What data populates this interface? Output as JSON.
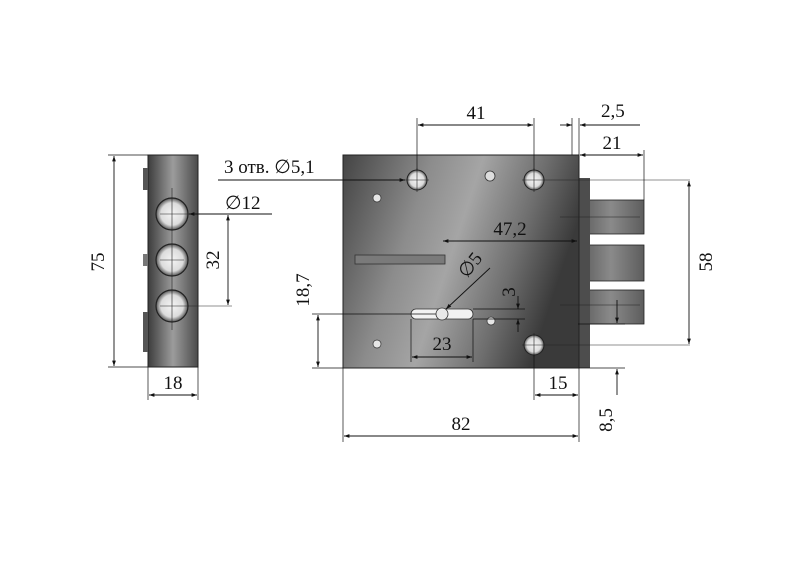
{
  "colors": {
    "metal_light": "#9a9a9a",
    "metal_dark": "#3c3c3c",
    "line": "#111111",
    "background": "#ffffff"
  },
  "side_view": {
    "height_label": "75",
    "width_label": "18",
    "hole_spacing_label": "32",
    "hole_diameter_label": "∅12"
  },
  "front_view": {
    "mounting_holes_label": "3 отв. ∅5,1",
    "hole_spacing_label": "41",
    "bolt_offset_label": "2,5",
    "bolt_length_label": "21",
    "bolt_reach_label": "47,2",
    "keyhole_diameter_label": "∅5",
    "keyhole_width_label": "3",
    "keyhole_height_label": "18,7",
    "keyhole_length_label": "23",
    "bolt_span_label": "58",
    "hole_offset_label": "15",
    "body_width_label": "82",
    "bolt_bottom_label": "8,5"
  }
}
